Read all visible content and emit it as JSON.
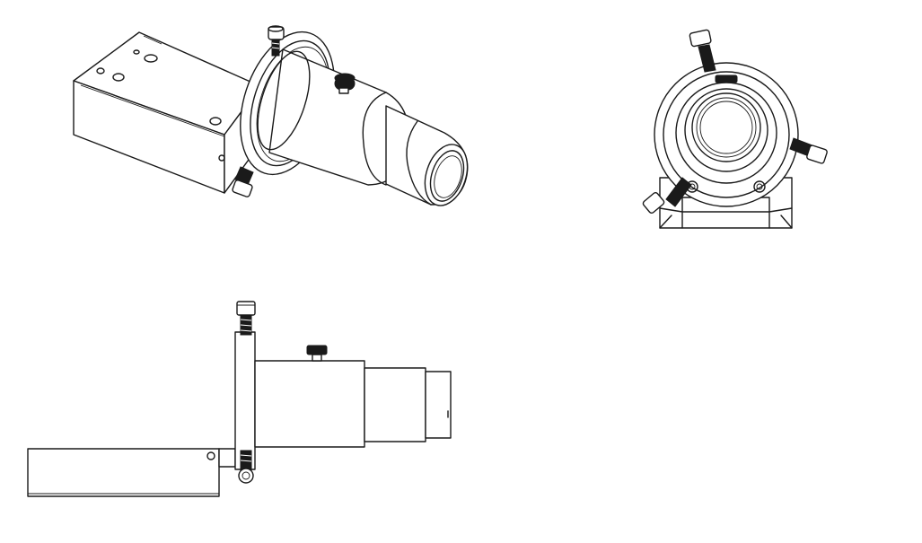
{
  "figure": {
    "views": [
      {
        "id": "isometric",
        "description_name": "isometric-view"
      },
      {
        "id": "front",
        "description_name": "front-view"
      },
      {
        "id": "side",
        "description_name": "side-view"
      }
    ],
    "line_color": "#1a1a1a",
    "background": "#ffffff"
  }
}
